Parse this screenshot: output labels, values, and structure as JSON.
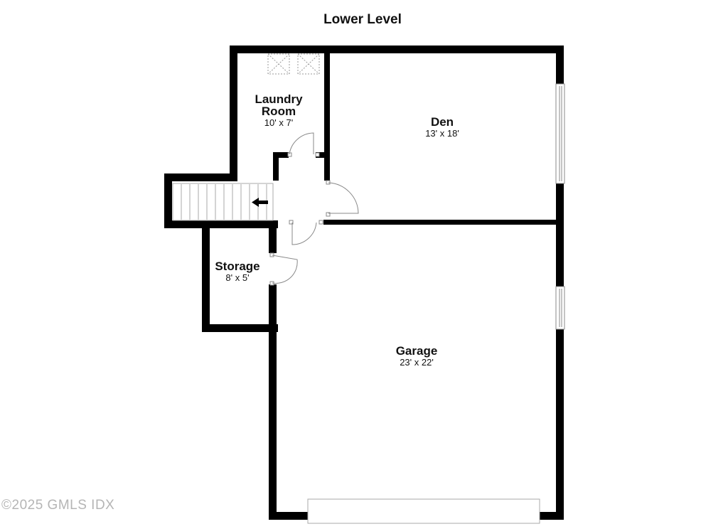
{
  "title": "Lower Level",
  "rooms": [
    {
      "name": "Laundry Room",
      "name_line1": "Laundry",
      "name_line2": "Room",
      "dimensions": "10' x 7'"
    },
    {
      "name": "Den",
      "dimensions": "13' x 18'"
    },
    {
      "name": "Storage",
      "dimensions": "8' x 5'"
    },
    {
      "name": "Garage",
      "dimensions": "23' x 22'"
    }
  ],
  "stairs": {
    "direction_icon": "arrow-left"
  },
  "watermark": "©2025 GMLS IDX",
  "colors": {
    "wall": "#000000",
    "background": "#ffffff",
    "fixture": "#999999",
    "watermark": "#b5b5b5"
  }
}
